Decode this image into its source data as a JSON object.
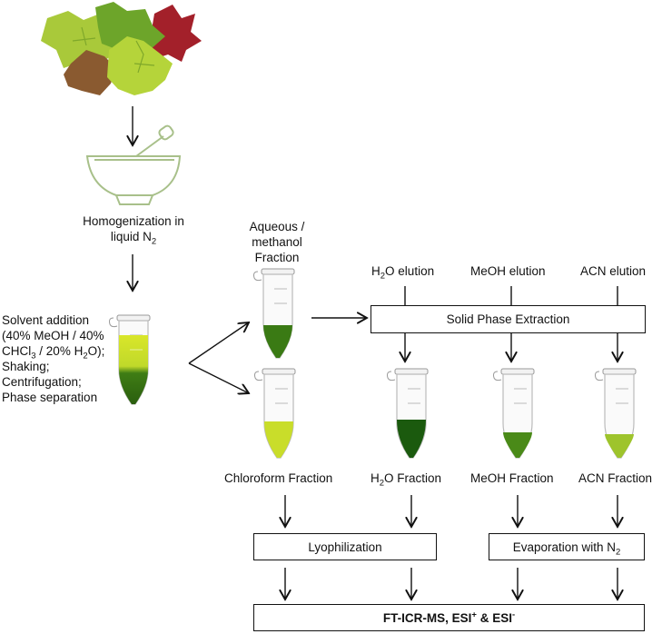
{
  "homogenization": [
    "Homogenization in",
    "liquid N",
    "2"
  ],
  "aqueous_fraction": [
    "Aqueous /",
    "methanol",
    "Fraction"
  ],
  "solvent_step": {
    "line1": "Solvent addition",
    "line2": "(40% MeOH / 40%",
    "line3a": "CHCl",
    "line3b": "3",
    "line3c": " / 20% H",
    "line3d": "2",
    "line3e": "O);",
    "line4": "Shaking;",
    "line5": "Centrifugation;",
    "line6": "Phase separation"
  },
  "elutions": {
    "h2o": [
      "H",
      "2",
      "O elution"
    ],
    "meoh": "MeOH elution",
    "acn": "ACN elution"
  },
  "spe_label": "Solid Phase Extraction",
  "fractions": {
    "chloroform": "Chloroform Fraction",
    "h2o": [
      "H",
      "2",
      "O Fraction"
    ],
    "meoh": "MeOH Fraction",
    "acn": "ACN Fraction"
  },
  "lyophilization_label": "Lyophilization",
  "evaporation_label": [
    "Evaporation with N",
    "2"
  ],
  "final_label": [
    "FT-ICR-MS, ESI",
    "+",
    " & ESI",
    "-"
  ],
  "colors": {
    "leaf_light": "#b5d43a",
    "leaf_red": "#a3202a",
    "leaf_brown": "#8a5a30",
    "mortar": "#a8c08a",
    "tube_dark_green": "#2f6b12",
    "tube_yellow_green": "#c9dd2a",
    "tube_h2o": "#1b5a0e",
    "tube_meoh": "#4a8a18",
    "tube_acn": "#9ec42c"
  }
}
